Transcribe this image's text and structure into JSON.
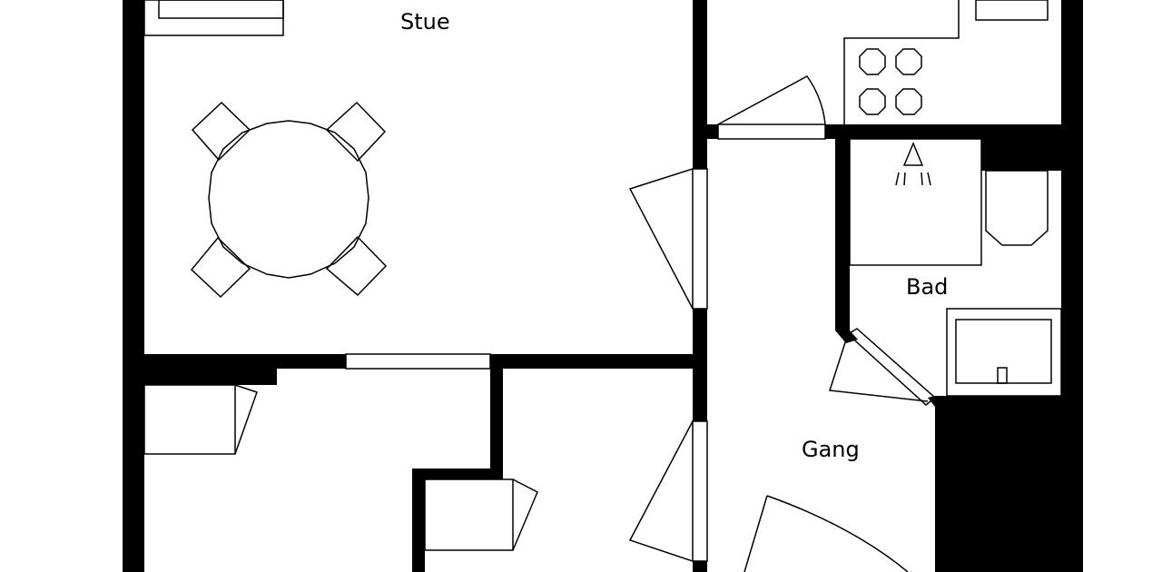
{
  "rooms": {
    "living_room": "Stue",
    "bathroom": "Bad",
    "hallway": "Gang"
  },
  "colors": {
    "wall": "#000000",
    "line": "#000000",
    "background": "#ffffff"
  }
}
